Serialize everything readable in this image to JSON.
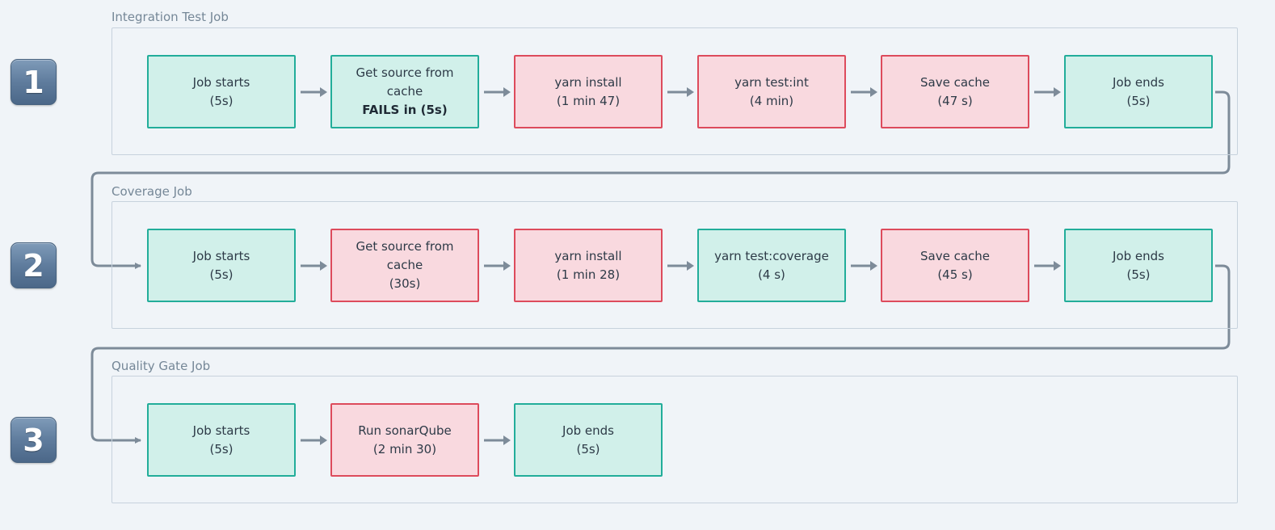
{
  "colors": {
    "fast_fill": "#d1f0ea",
    "fast_border": "#22ad9a",
    "slow_fill": "#f9d9df",
    "slow_border": "#dd4b5c",
    "connector": "#7d8b99",
    "group_border": "#c7d2dd"
  },
  "groups": [
    {
      "badge": "1",
      "title": "Integration Test Job",
      "steps": [
        {
          "lines": [
            "Job starts",
            "(5s)"
          ],
          "status": "fast"
        },
        {
          "lines": [
            "Get source from",
            "cache"
          ],
          "bold": "FAILS in (5s)",
          "status": "fast"
        },
        {
          "lines": [
            "yarn install",
            "(1 min 47)"
          ],
          "status": "slow"
        },
        {
          "lines": [
            "yarn test:int",
            "(4 min)"
          ],
          "status": "slow"
        },
        {
          "lines": [
            "Save cache",
            "(47 s)"
          ],
          "status": "slow"
        },
        {
          "lines": [
            "Job ends",
            "(5s)"
          ],
          "status": "fast"
        }
      ]
    },
    {
      "badge": "2",
      "title": "Coverage Job",
      "steps": [
        {
          "lines": [
            "Job starts",
            "(5s)"
          ],
          "status": "fast"
        },
        {
          "lines": [
            "Get source from",
            "cache",
            "(30s)"
          ],
          "status": "slow"
        },
        {
          "lines": [
            "yarn install",
            "(1 min 28)"
          ],
          "status": "slow"
        },
        {
          "lines": [
            "yarn test:coverage",
            "(4 s)"
          ],
          "status": "fast"
        },
        {
          "lines": [
            "Save cache",
            "(45 s)"
          ],
          "status": "slow"
        },
        {
          "lines": [
            "Job ends",
            "(5s)"
          ],
          "status": "fast"
        }
      ]
    },
    {
      "badge": "3",
      "title": "Quality Gate Job",
      "steps": [
        {
          "lines": [
            "Job starts",
            "(5s)"
          ],
          "status": "fast"
        },
        {
          "lines": [
            "Run sonarQube",
            "(2 min 30)"
          ],
          "status": "slow"
        },
        {
          "lines": [
            "Job ends",
            "(5s)"
          ],
          "status": "fast"
        }
      ]
    }
  ]
}
